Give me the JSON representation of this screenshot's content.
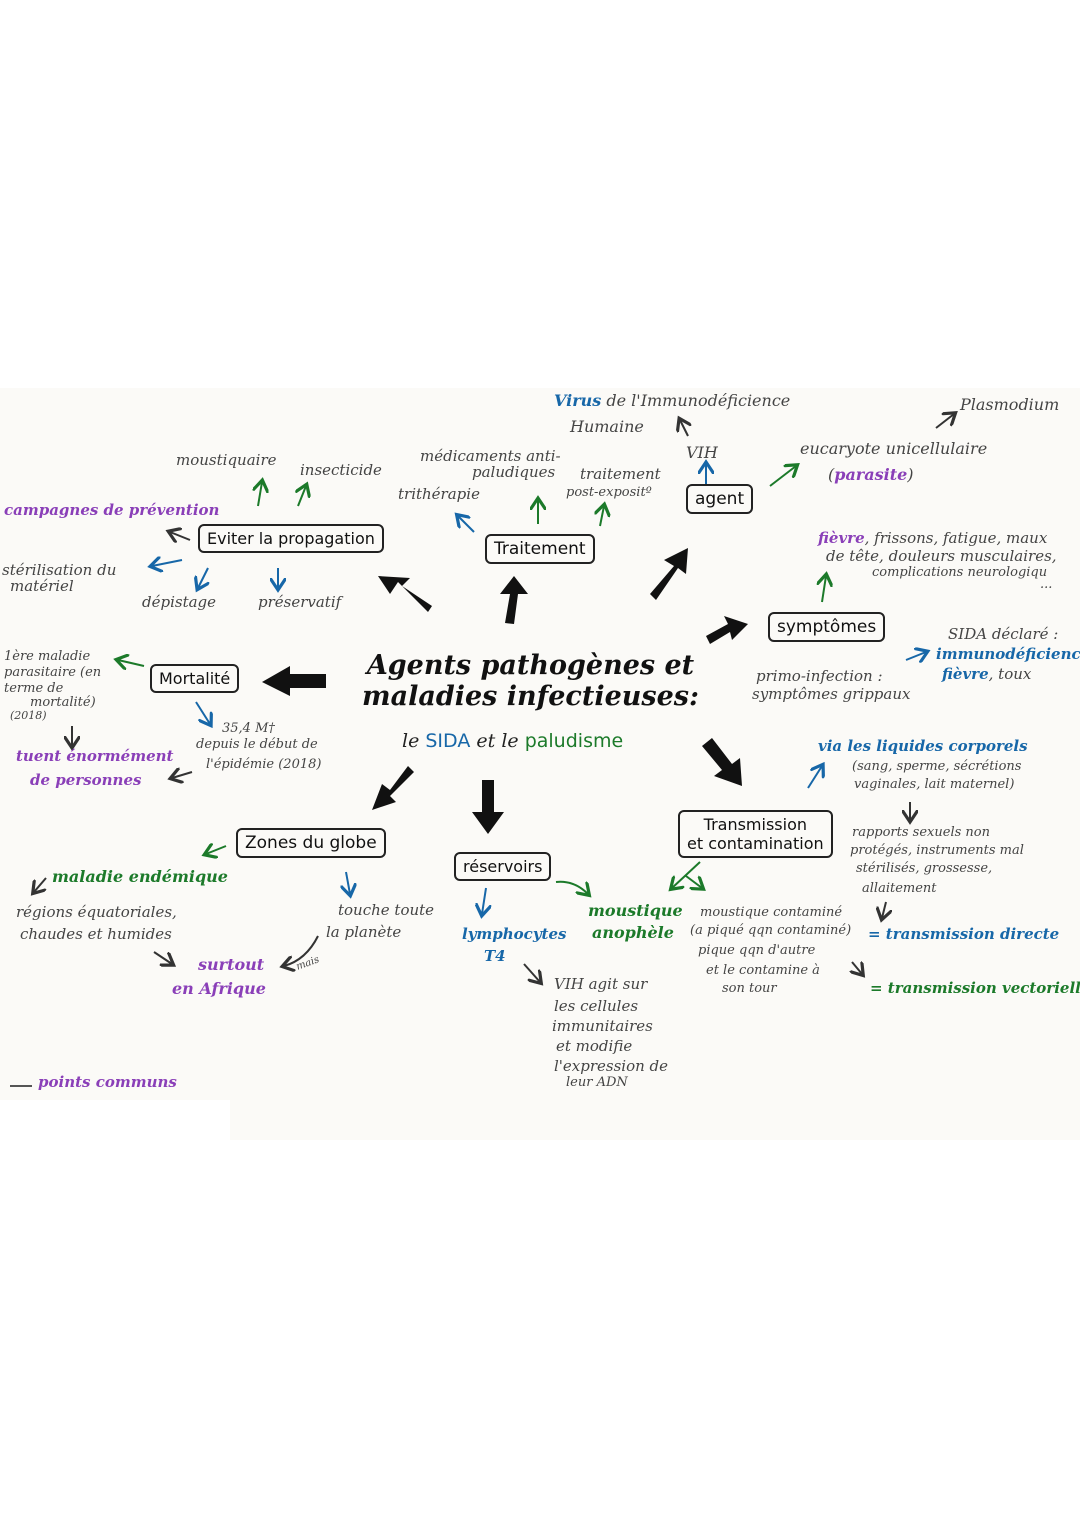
{
  "center": {
    "title_line1": "Agents pathogènes et",
    "title_line2": "maladies infectieuses:",
    "subtitle_le1": "le",
    "subtitle_sida": "SIDA",
    "subtitle_et": "et",
    "subtitle_le2": "le",
    "subtitle_paludisme": "paludisme"
  },
  "agent": {
    "box": "agent",
    "virus_line1_a": "Virus",
    "virus_line1_b": "de l'Immunodéficience",
    "virus_line2": "Humaine",
    "vih": "VIH",
    "plasmodium": "Plasmodium",
    "eucaryote": "eucaryote unicellulaire",
    "parasite_open": "(",
    "parasite": "parasite",
    "parasite_close": ")"
  },
  "traitement": {
    "box": "Traitement",
    "medicaments_line1": "médicaments anti-",
    "medicaments_line2": "paludiques",
    "traitement_line1": "traitement",
    "traitement_line2": "post-expositº",
    "tritherapie": "trithérapie"
  },
  "propagation": {
    "box": "Eviter la propagation",
    "moustiquaire": "moustiquaire",
    "insecticide": "insecticide",
    "campagnes": "campagnes de prévention",
    "sterilisation_line1": "stérilisation du",
    "sterilisation_line2": "matériel",
    "depistage": "dépistage",
    "preservatif": "préservatif"
  },
  "symptomes": {
    "box": "symptômes",
    "fievre_a": "fièvre",
    "fievre_b": ", frissons, fatigue, maux",
    "fievre_line2": "de tête, douleurs musculaires,",
    "fievre_line3": "complications neurologiqu",
    "dots": "...",
    "sida_declare": "SIDA déclaré :",
    "immuno": "immunodéficience",
    "fievre_toux_a": "fièvre",
    "fievre_toux_b": ", toux",
    "primo_line1": "primo-infection :",
    "primo_line2": "symptômes grippaux"
  },
  "mortalite": {
    "box": "Mortalité",
    "maladie_line1": "1ère maladie",
    "maladie_line2": "parasitaire (en",
    "maladie_line3": "terme de",
    "maladie_line4": "mortalité)",
    "maladie_line5": "(2018)",
    "tuent_line1": "tuent énormément",
    "tuent_line2": "de personnes",
    "mort_line1": "35,4 M†",
    "mort_line2": "depuis le début de",
    "mort_line3": "l'épidémie (2018)"
  },
  "zones": {
    "box": "Zones du globe",
    "endemique": "maladie endémique",
    "regions_line1": "régions équatoriales,",
    "regions_line2": "chaudes et humides",
    "surtout_line1": "surtout",
    "surtout_line2": "en Afrique",
    "mais": "mais",
    "touche_line1": "touche toute",
    "touche_line2": "la planète"
  },
  "reservoirs": {
    "box": "réservoirs",
    "lymphocytes_line1": "lymphocytes",
    "lymphocytes_line2": "T4",
    "moustique_line1": "moustique",
    "moustique_line2": "anophèle",
    "vih_line1": "VIH agit sur",
    "vih_line2": "les cellules",
    "vih_line3": "immunitaires",
    "vih_line4": "et modifie",
    "vih_line5": "l'expression de",
    "vih_line6": "leur ADN"
  },
  "transmission": {
    "box_line1": "Transmission",
    "box_line2": "et contamination",
    "liquides": "via les liquides corporels",
    "liquides_line2": "(sang, sperme, sécrétions",
    "liquides_line3": "vaginales, lait maternel)",
    "rapports_line1": "rapports sexuels non",
    "rapports_line2": "protégés, instruments mal",
    "rapports_line3": "stérilisés, grossesse,",
    "rapports_line4": "allaitement",
    "directe": "= transmission directe",
    "moustique_line1": "moustique contaminé",
    "moustique_line2": "(a piqué qqn contaminé)",
    "moustique_line3": "pique qqn d'autre",
    "moustique_line4": "et le contamine à",
    "moustique_line5": "son tour",
    "vectorielle": "= transmission vectorielle"
  },
  "legend": {
    "dash": "—",
    "label": "points communs"
  },
  "colors": {
    "purple": "#8a3fb8",
    "blue": "#1767a8",
    "green": "#1c7a2a",
    "ink": "#111111"
  }
}
